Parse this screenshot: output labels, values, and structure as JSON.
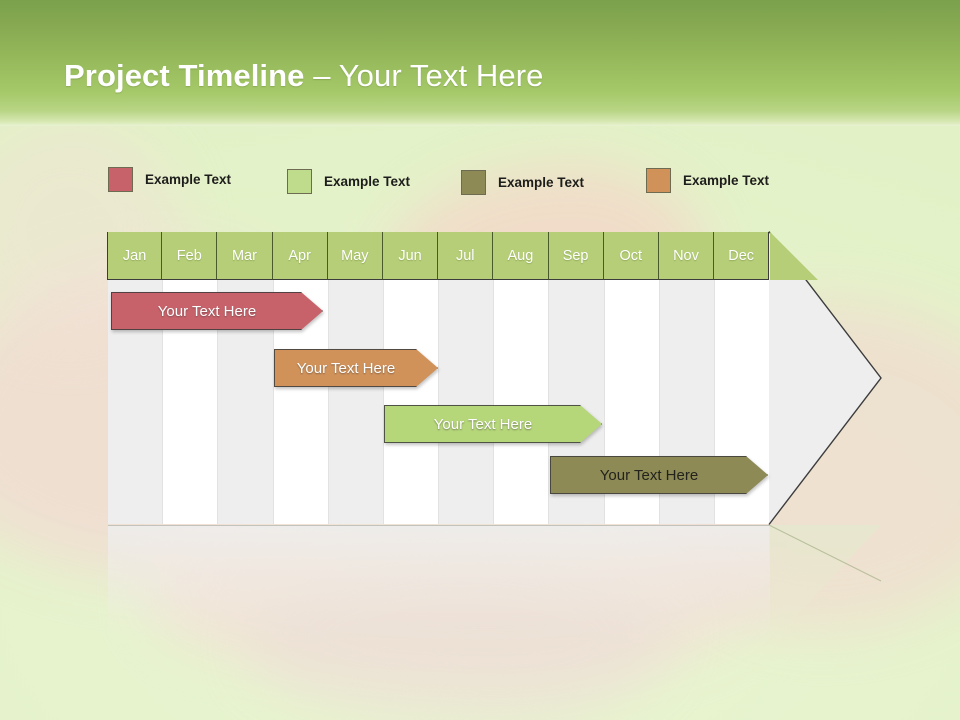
{
  "slide": {
    "title_strong": "Project Timeline",
    "title_light": " – Your Text Here"
  },
  "legend": {
    "items": [
      {
        "label": "Example Text",
        "color": "#c8626a"
      },
      {
        "label": "Example Text",
        "color": "#bedc8c"
      },
      {
        "label": "Example Text",
        "color": "#8d8a55"
      },
      {
        "label": "Example Text",
        "color": "#d1925a"
      }
    ]
  },
  "chart_data": {
    "type": "bar",
    "title": "Project Timeline",
    "xlabel": "",
    "ylabel": "",
    "categories": [
      "Jan",
      "Feb",
      "Mar",
      "Apr",
      "May",
      "Jun",
      "Jul",
      "Aug",
      "Sep",
      "Oct",
      "Nov",
      "Dec"
    ],
    "series": [
      {
        "name": "Your  Text Here",
        "start_month": 1,
        "end_month": 4,
        "color": "#c8626a",
        "text_color": "#ffffff"
      },
      {
        "name": "Your  Text Here",
        "start_month": 4,
        "end_month": 7,
        "color": "#d1925a",
        "text_color": "#ffffff"
      },
      {
        "name": "Your  Text Here",
        "start_month": 6,
        "end_month": 10,
        "color": "#b5d679",
        "text_color": "#ffffff"
      },
      {
        "name": "Your  Text Here",
        "start_month": 9,
        "end_month": 13,
        "color": "#8d8a55",
        "text_color": "#23231d"
      }
    ],
    "grid": true,
    "legend_position": "top"
  },
  "theme": {
    "header_top": "#7ba14d",
    "header_bottom": "#b8d585",
    "month_cell": "#b5ce77",
    "grid_dim": "#eeeeee",
    "grid_light": "#ffffff",
    "page_bg": "#e6f3cd"
  }
}
